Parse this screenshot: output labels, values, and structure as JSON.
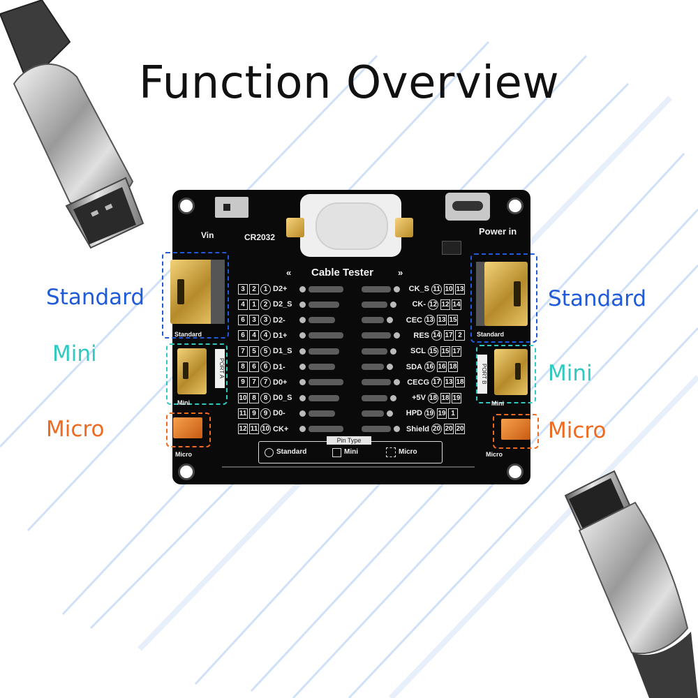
{
  "title": "Function Overview",
  "labels": {
    "left": {
      "standard": "Standard",
      "mini": "Mini",
      "micro": "Micro"
    },
    "right": {
      "standard": "Standard",
      "mini": "Mini",
      "micro": "Micro"
    }
  },
  "board": {
    "vin": "Vin",
    "battery": "CR2032",
    "power": "Power in",
    "tester_title": "Cable Tester",
    "left_arrow": "«",
    "right_arrow": "»",
    "port_a": "PORT A",
    "port_b": "PORT B",
    "silk_std_left": "Standard",
    "silk_mini_left": "Mini",
    "silk_micro_left": "Micro",
    "silk_std_right": "Standard",
    "silk_mini_right": "Mini",
    "silk_micro_right": "Micro"
  },
  "pins_left": [
    {
      "a": "3",
      "b": "2",
      "c": "1",
      "name": "D2+"
    },
    {
      "a": "4",
      "b": "1",
      "c": "2",
      "name": "D2_S"
    },
    {
      "a": "6",
      "b": "3",
      "c": "3",
      "name": "D2-"
    },
    {
      "a": "6",
      "b": "4",
      "c": "4",
      "name": "D1+"
    },
    {
      "a": "7",
      "b": "5",
      "c": "5",
      "name": "D1_S"
    },
    {
      "a": "8",
      "b": "6",
      "c": "6",
      "name": "D1-"
    },
    {
      "a": "9",
      "b": "7",
      "c": "7",
      "name": "D0+"
    },
    {
      "a": "10",
      "b": "8",
      "c": "8",
      "name": "D0_S"
    },
    {
      "a": "11",
      "b": "9",
      "c": "9",
      "name": "D0-"
    },
    {
      "a": "12",
      "b": "11",
      "c": "10",
      "name": "CK+"
    }
  ],
  "pins_right": [
    {
      "name": "CK_S",
      "c": "11",
      "b": "10",
      "a": "13"
    },
    {
      "name": "CK-",
      "c": "12",
      "b": "12",
      "a": "14"
    },
    {
      "name": "CEC",
      "c": "13",
      "b": "13",
      "a": "15"
    },
    {
      "name": "RES",
      "c": "14",
      "b": "17",
      "a": "2"
    },
    {
      "name": "SCL",
      "c": "15",
      "b": "15",
      "a": "17"
    },
    {
      "name": "SDA",
      "c": "16",
      "b": "16",
      "a": "18"
    },
    {
      "name": "CECG",
      "c": "17",
      "b": "13",
      "a": "18"
    },
    {
      "name": "+5V",
      "c": "18",
      "b": "18",
      "a": "19"
    },
    {
      "name": "HPD",
      "c": "19",
      "b": "19",
      "a": "1"
    },
    {
      "name": "Shield",
      "c": "20",
      "b": "20",
      "a": "20"
    }
  ],
  "legend": {
    "tag": "Pin Type",
    "standard": "Standard",
    "mini": "Mini",
    "micro": "Micro"
  },
  "colors": {
    "standard": "#1f5bd8",
    "mini": "#2ec9c0",
    "micro": "#ee6a1f"
  }
}
